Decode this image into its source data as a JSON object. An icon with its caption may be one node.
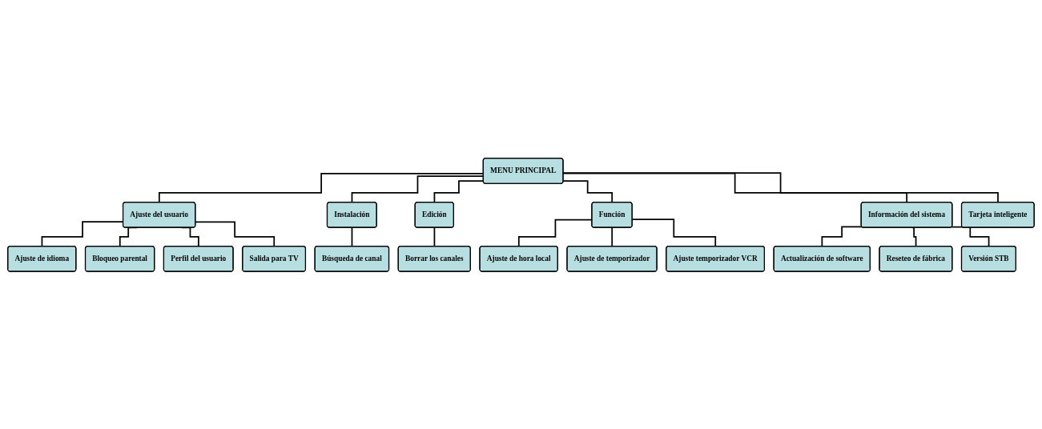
{
  "diagram": {
    "nodes": [
      {
        "text": [
          "MENU PRINCIPAL"
        ]
      },
      {
        "text": [
          "Ajuste del usuario"
        ]
      },
      {
        "text": [
          "Ajuste de idioma"
        ]
      },
      {
        "text": [
          "Bloqueo parental"
        ]
      },
      {
        "text": [
          "Perfil del usuario"
        ]
      },
      {
        "text": [
          "Salida para TV"
        ]
      },
      {
        "text": [
          "Instalación"
        ]
      },
      {
        "text": [
          "Búsqueda de canal"
        ]
      },
      {
        "text": [
          "Edición"
        ]
      },
      {
        "text": [
          "Borrar los canales"
        ]
      },
      {
        "text": [
          "Función"
        ]
      },
      {
        "text": [
          "Ajuste de hora local"
        ]
      },
      {
        "text": [
          "Ajuste de temporizador"
        ]
      },
      {
        "text": [
          "Ajuste temporizador VCR"
        ]
      },
      {
        "text": [
          "Información del sistema"
        ]
      },
      {
        "text": [
          "Actualización de software"
        ]
      },
      {
        "text": [
          "Reseteo de fábrica"
        ]
      },
      {
        "text": [
          "Versión STB"
        ]
      },
      {
        "text": [
          "Tarjeta inteligente"
        ]
      }
    ],
    "edges": [
      {
        "from": 0,
        "to": 1,
        "arrow": "none"
      },
      {
        "from": 1,
        "to": 2,
        "arrow": "none"
      },
      {
        "from": 1,
        "to": 3,
        "arrow": "none"
      },
      {
        "from": 1,
        "to": 4,
        "arrow": "none"
      },
      {
        "from": 1,
        "to": 5,
        "arrow": "none"
      },
      {
        "from": 0,
        "to": 6,
        "arrow": "none"
      },
      {
        "from": 6,
        "to": 7,
        "arrow": "none"
      },
      {
        "from": 0,
        "to": 8,
        "arrow": "none"
      },
      {
        "from": 8,
        "to": 9,
        "arrow": "none"
      },
      {
        "from": 0,
        "to": 10,
        "arrow": "none"
      },
      {
        "from": 10,
        "to": 11,
        "arrow": "none"
      },
      {
        "from": 10,
        "to": 12,
        "arrow": "none"
      },
      {
        "from": 10,
        "to": 13,
        "arrow": "none"
      },
      {
        "from": 0,
        "to": 14,
        "arrow": "none"
      },
      {
        "from": 14,
        "to": 15,
        "arrow": "none"
      },
      {
        "from": 14,
        "to": 16,
        "arrow": "none"
      },
      {
        "from": 14,
        "to": 17,
        "arrow": "none"
      },
      {
        "from": 0,
        "to": 18,
        "arrow": "none"
      }
    ]
  }
}
